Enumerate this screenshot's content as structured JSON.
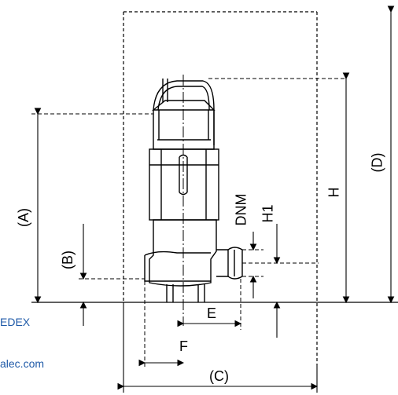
{
  "labels": {
    "A": "(A)",
    "B": "(B)",
    "C": "(C)",
    "D": "(D)",
    "E": "E",
    "F": "F",
    "H": "H",
    "H1": "H1",
    "DNM": "DNM"
  },
  "fragments": {
    "left_top": "EDEX",
    "left_bottom": "alec.com"
  },
  "colors": {
    "line": "#000000",
    "fragment_text": "#1f5aa8"
  }
}
